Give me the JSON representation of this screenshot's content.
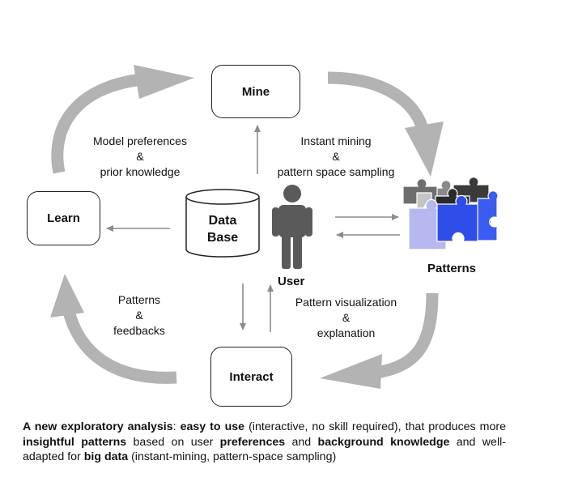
{
  "nodes": {
    "mine": "Mine",
    "learn": "Learn",
    "interact": "Interact",
    "database": [
      "Data",
      "Base"
    ],
    "user": "User",
    "patterns": "Patterns"
  },
  "edge_labels": {
    "learn_to_mine": [
      "Model preferences",
      "&",
      "prior knowledge"
    ],
    "mine_to_patterns": [
      "Instant mining",
      "&",
      "pattern space sampling"
    ],
    "interact_to_learn": [
      "Patterns",
      "&",
      "feedbacks"
    ],
    "patterns_to_interact": [
      "Pattern visualization",
      "&",
      "explanation"
    ]
  },
  "caption": [
    {
      "text": "A new exploratory analysis",
      "bold": true
    },
    {
      "text": ": ",
      "bold": false
    },
    {
      "text": "easy to use",
      "bold": true
    },
    {
      "text": " (interactive, no skill required), that produces  more ",
      "bold": false
    },
    {
      "text": "insightful patterns",
      "bold": true
    },
    {
      "text": " based on user ",
      "bold": false
    },
    {
      "text": "preferences",
      "bold": true
    },
    {
      "text": " and ",
      "bold": false
    },
    {
      "text": "background knowledge",
      "bold": true
    },
    {
      "text": " and well-adapted for ",
      "bold": false
    },
    {
      "text": "big data",
      "bold": true
    },
    {
      "text": " (instant-mining, pattern-space sampling)",
      "bold": false
    }
  ],
  "colors": {
    "big_arrow": "#b3b3b3",
    "small_arrow": "#8c8c8c",
    "user_figure": "#5a5a5a",
    "puzzle_blue": "#2f4de8",
    "puzzle_light": "#b8b8f0",
    "puzzle_dark": "#3a3a3a"
  }
}
